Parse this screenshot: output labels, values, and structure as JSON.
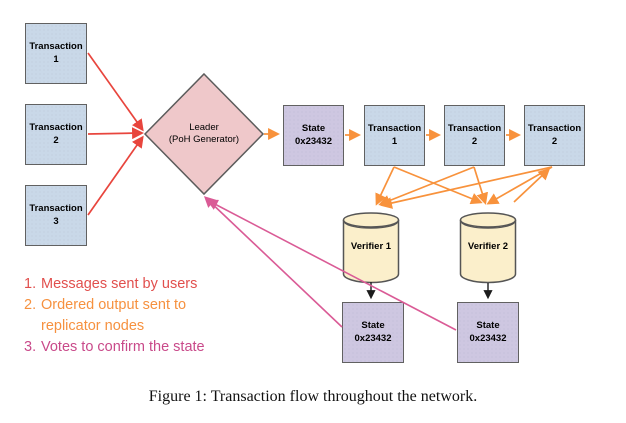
{
  "caption": {
    "text": "Figure 1: Transaction flow throughout the network."
  },
  "diagram": {
    "user_transactions": [
      {
        "line1": "Transaction",
        "line2": "1"
      },
      {
        "line1": "Transaction",
        "line2": "2"
      },
      {
        "line1": "Transaction",
        "line2": "3"
      }
    ],
    "leader": {
      "line1": "Leader",
      "line2": "(PoH Generator)"
    },
    "state_top": {
      "line1": "State",
      "line2": "0x23432"
    },
    "stream": [
      {
        "line1": "Transaction",
        "line2": "1"
      },
      {
        "line1": "Transaction",
        "line2": "2"
      },
      {
        "line1": "Transaction",
        "line2": "2"
      }
    ],
    "verifiers": [
      {
        "label": "Verifier 1"
      },
      {
        "label": "Verifier 2"
      }
    ],
    "bottom_states": [
      {
        "line1": "State",
        "line2": "0x23432"
      },
      {
        "line1": "State",
        "line2": "0x23432"
      }
    ],
    "flows": [
      {
        "from": "Transaction 1/2/3 (users)",
        "to": "Leader (PoH Generator)",
        "color": "red"
      },
      {
        "from": "Leader",
        "to": "State 0x23432 -> Transaction 1 -> Transaction 2 -> Transaction 2",
        "color": "orange"
      },
      {
        "from": "ordered transaction stream",
        "to": "Verifier 1 and Verifier 2",
        "color": "orange"
      },
      {
        "from": "Verifier 1 / Verifier 2",
        "to": "State 0x23432 (local)",
        "color": "black"
      },
      {
        "from": "verifier states",
        "to": "Leader (votes)",
        "color": "pink"
      }
    ]
  },
  "legend": {
    "items": [
      {
        "num": "1.",
        "text": "Messages sent by users",
        "color": "#e14f4d"
      },
      {
        "num": "2.",
        "text": "Ordered output sent to replicator nodes",
        "color": "#f6913f"
      },
      {
        "num": "3.",
        "text": "Votes to confirm the state",
        "color": "#c94a8a"
      }
    ]
  },
  "colors": {
    "transaction_box": "#c9d8e8",
    "state_box": "#cec7e1",
    "leader_diamond": "#efc8ca",
    "verifier_cylinder": "#fbefcb",
    "outline": "#616161",
    "arrow_red": "#e8453d",
    "arrow_orange": "#f8923c",
    "arrow_pink": "#da5b96",
    "arrow_black": "#1c1c1c"
  }
}
